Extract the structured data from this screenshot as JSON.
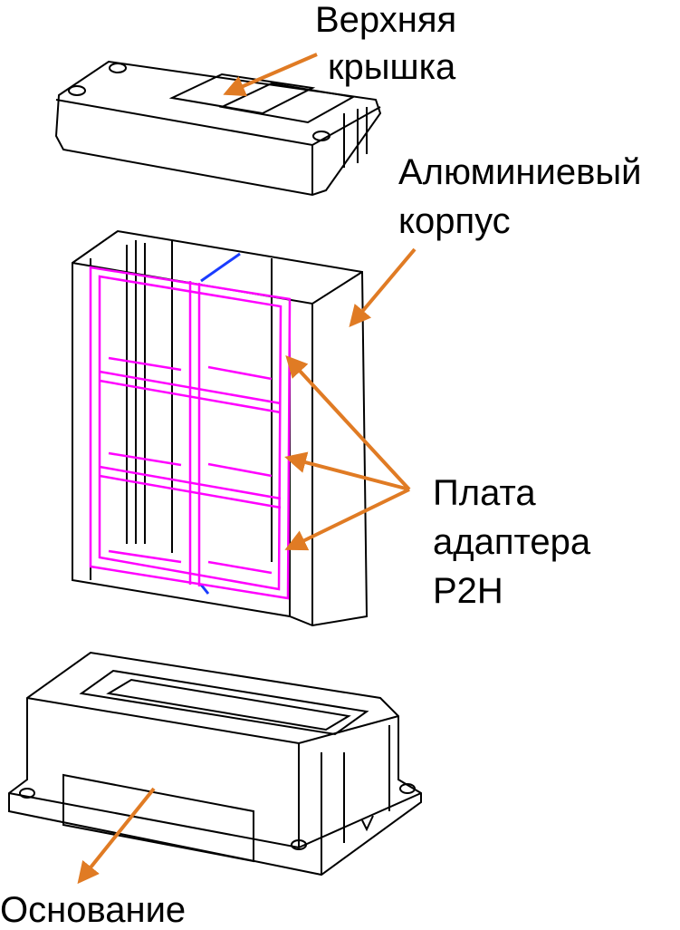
{
  "labels": {
    "top_cover": [
      "Верхняя",
      "крышка"
    ],
    "aluminum_housing": [
      "Алюминиевый",
      "корпус"
    ],
    "adapter_board": [
      "Плата",
      "адаптера",
      "P2H"
    ],
    "base": "Основание"
  },
  "colors": {
    "arrow": "#e07b24",
    "board": "#ff00ff",
    "accent_blue": "#1a3cff"
  }
}
